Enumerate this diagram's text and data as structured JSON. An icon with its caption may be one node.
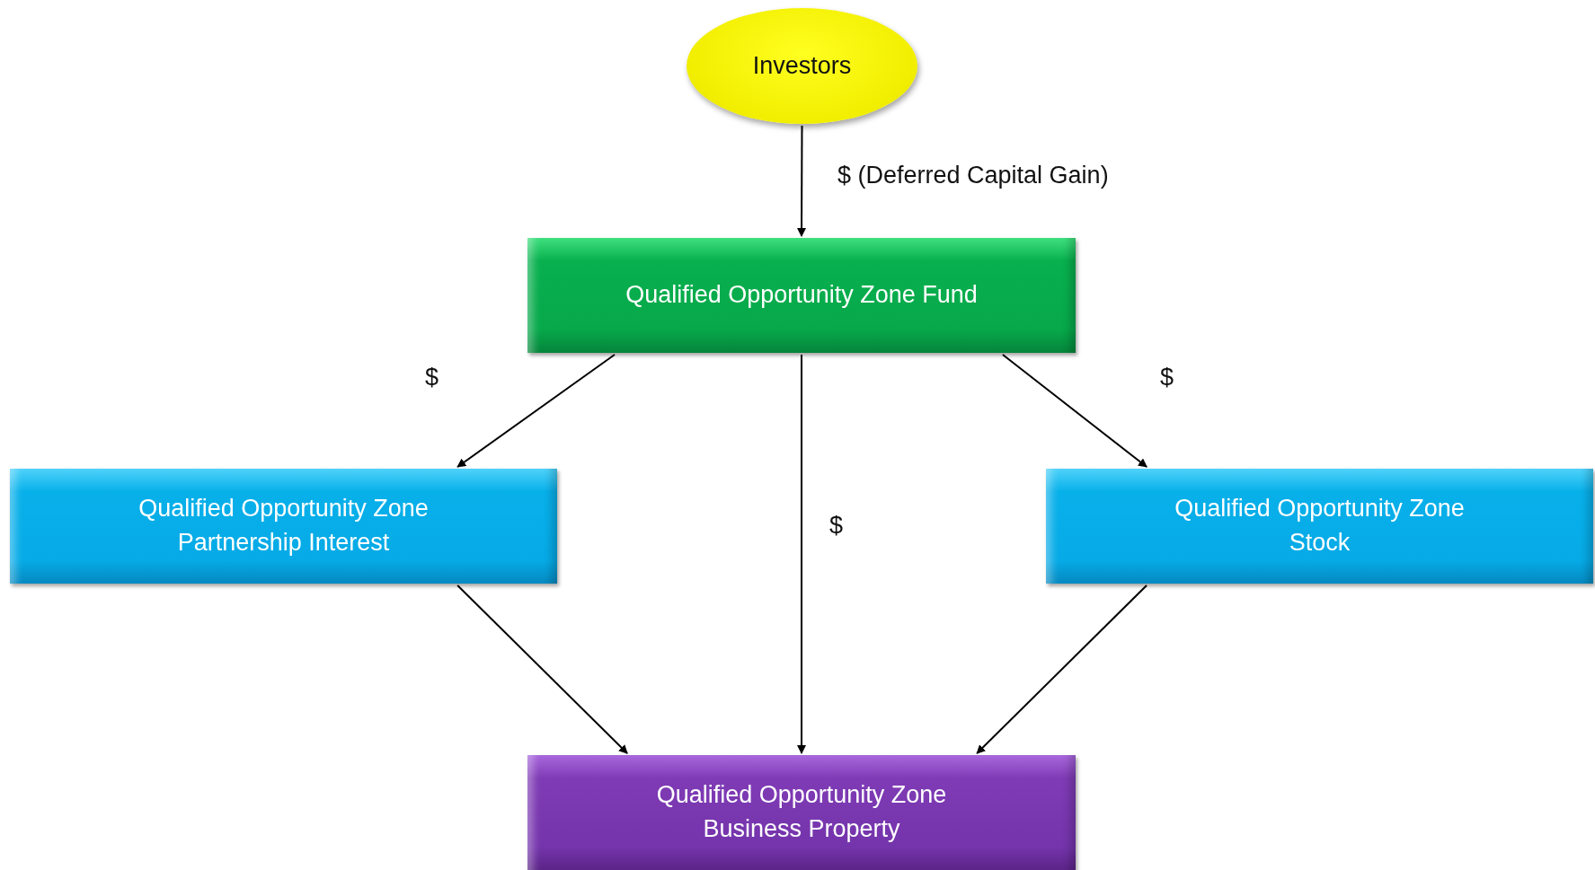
{
  "diagram": {
    "nodes": [
      {
        "text": [
          "Investors"
        ]
      },
      {
        "text": [
          "Qualified Opportunity Zone Fund"
        ]
      },
      {
        "text": [
          "Qualified Opportunity Zone Partnership Interest"
        ]
      },
      {
        "text": [
          "Qualified Opportunity Zone Stock"
        ]
      },
      {
        "text": [
          "Qualified Opportunity Zone Business Property"
        ]
      }
    ],
    "edges": [
      {
        "from": 0,
        "to": 1,
        "arrow": "to",
        "label": "$ (Deferred Capital Gain)"
      },
      {
        "from": 1,
        "to": 2,
        "arrow": "to",
        "label": "$"
      },
      {
        "from": 1,
        "to": 4,
        "arrow": "to",
        "label": "$"
      },
      {
        "from": 1,
        "to": 3,
        "arrow": "to",
        "label": "$"
      },
      {
        "from": 2,
        "to": 4,
        "arrow": "to"
      },
      {
        "from": 3,
        "to": 4,
        "arrow": "to"
      }
    ]
  }
}
